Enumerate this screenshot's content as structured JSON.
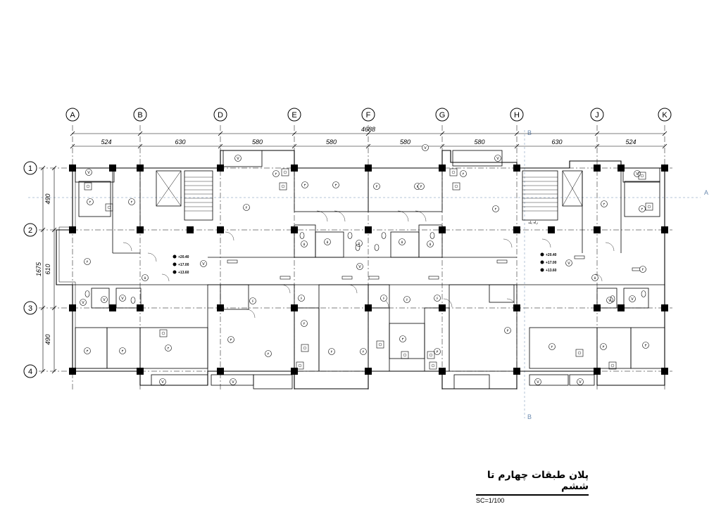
{
  "drawing": {
    "title": "پلان طبقات چهارم تا ششم",
    "scale": "SC=1/100"
  },
  "grid": {
    "columns": [
      "A",
      "B",
      "D",
      "E",
      "F",
      "G",
      "H",
      "J",
      "K"
    ],
    "rows": [
      "1",
      "2",
      "3",
      "4"
    ],
    "column_spacings": [
      "524",
      "630",
      "580",
      "580",
      "580",
      "580",
      "630",
      "524"
    ],
    "overall_width": "4688",
    "row_spacings": [
      "490",
      "610",
      "490"
    ],
    "overall_height": "1675"
  },
  "levels": {
    "left": [
      "+20.40",
      "+17.00",
      "+13.60"
    ],
    "right": [
      "+20.40",
      "+17.00",
      "+13.60"
    ]
  },
  "labels": {
    "stair_left": "راه پله",
    "section_a": "A",
    "section_b": "B"
  },
  "room_tags": [
    "V",
    "١",
    "٢",
    "٣",
    "۴",
    "۵",
    "۶",
    "٧"
  ],
  "palette": {
    "line": "#000000",
    "grid_line": "#000000",
    "section_line": "#6c8bb0"
  }
}
